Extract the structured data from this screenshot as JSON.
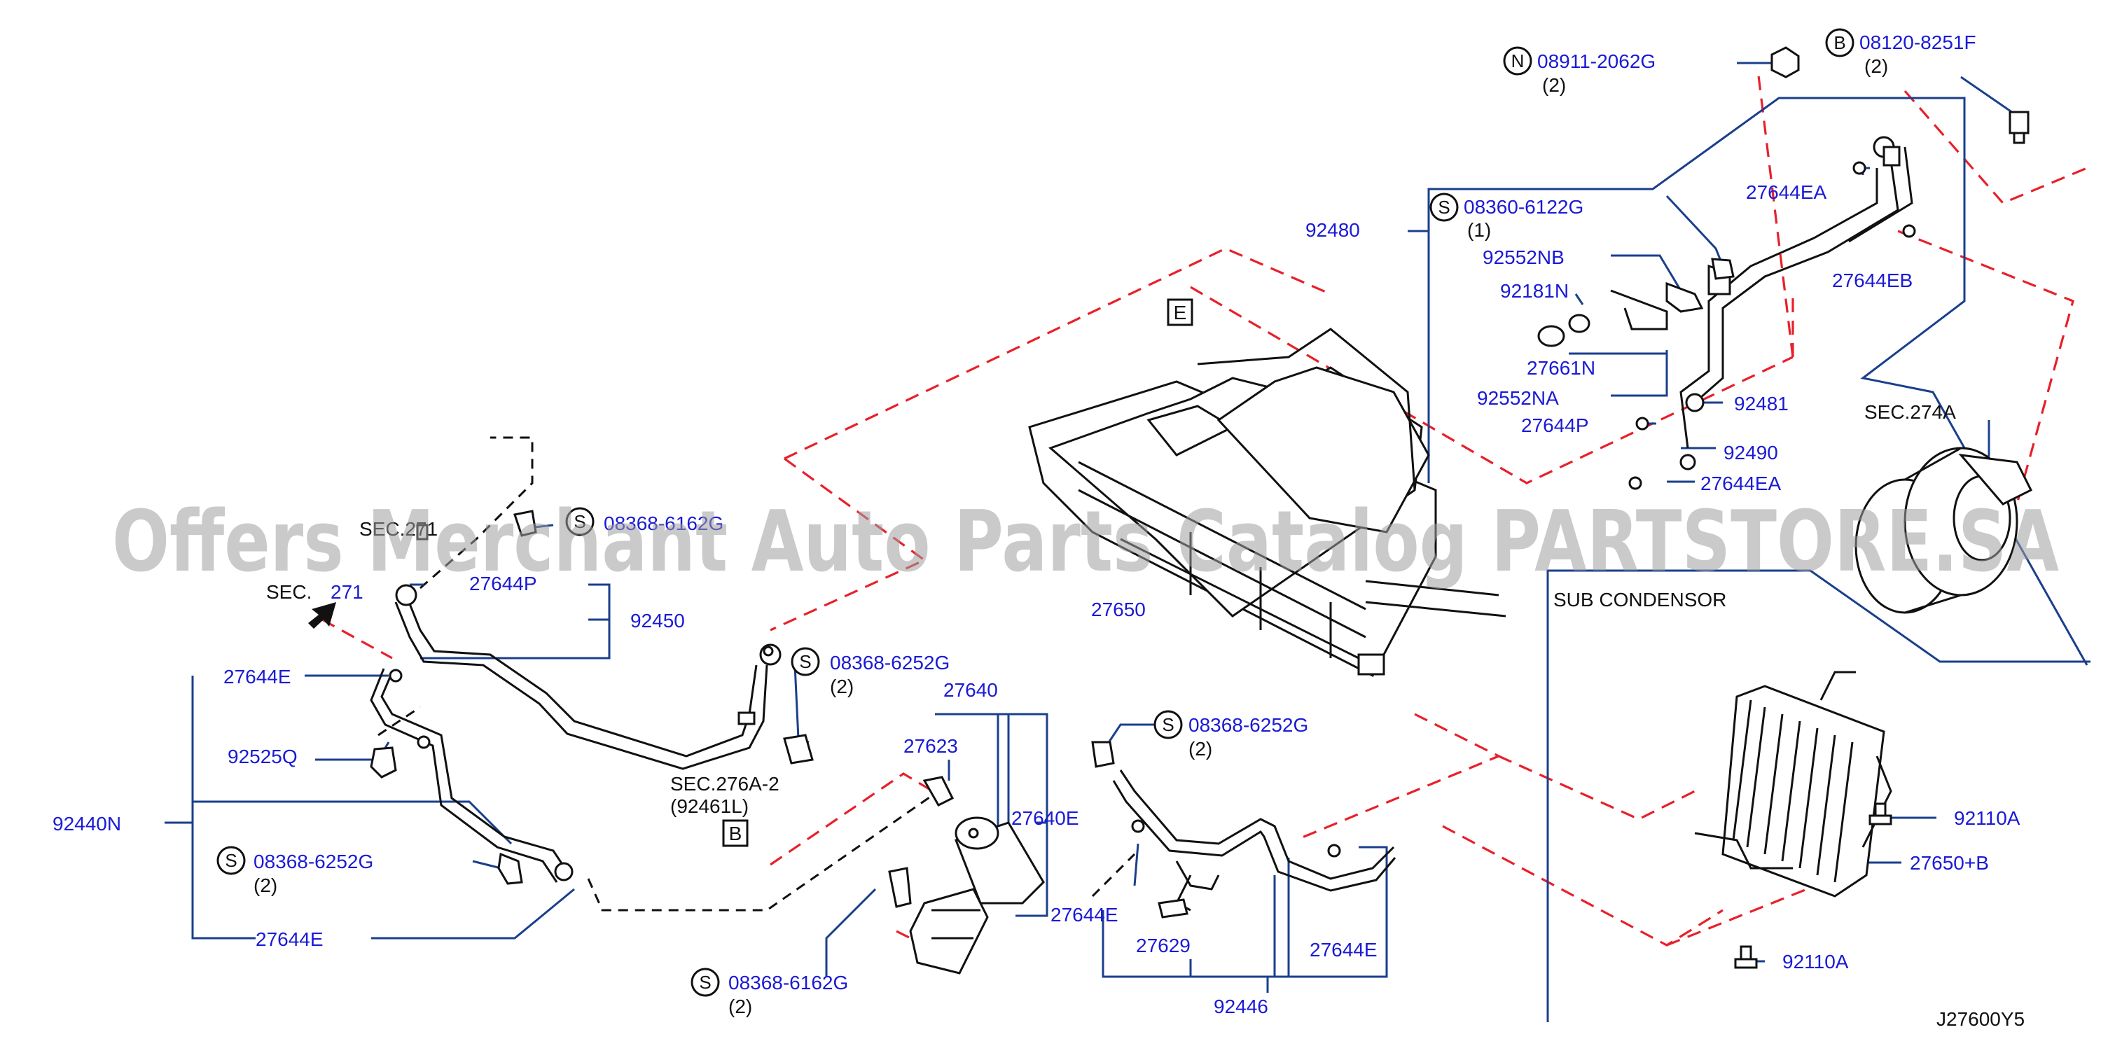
{
  "diagram": {
    "watermark": "Offers Merchant Auto Parts Catalog PARTSTORE.SA",
    "figure_code": "J27600Y5",
    "sub_condensor": "SUB   CONDENSOR",
    "colors": {
      "part_number": "#1a1ad6",
      "leader": "#1a3f8c",
      "dashed_guide": "#e8202a",
      "watermark": "#9e9e9e"
    }
  },
  "labels": {
    "p08911_2062G": "08911-2062G",
    "p08911_qty": "(2)",
    "p08120_8251F": "08120-8251F",
    "p08120_qty": "(2)",
    "p27644EA_top": "27644EA",
    "p08360_6122G": "08360-6122G",
    "p08360_qty": "(1)",
    "p92480": "92480",
    "p92552NB": "92552NB",
    "p27644EB": "27644EB",
    "p92181N": "92181N",
    "p27661N": "27661N",
    "p92552NA": "92552NA",
    "p92481": "92481",
    "sec274A": "SEC.274A",
    "p27644P_right": "27644P",
    "p92490": "92490",
    "p27644EA_bot": "27644EA",
    "sec271_a": "SEC.271",
    "p08368_6162G_top": "08368-6162G",
    "sec_text": "SEC.",
    "sec_num": "271",
    "p27644P_left": "27644P",
    "p92450": "92450",
    "p27650": "27650",
    "p27644E_top": "27644E",
    "p08368_6252G_a": "08368-6252G",
    "p08368_6252G_a_qty": "(2)",
    "p27640": "27640",
    "p92525Q": "92525Q",
    "p27623": "27623",
    "p08368_6252G_b": "08368-6252G",
    "p08368_6252G_b_qty": "(2)",
    "sec276A": "SEC.276A-2",
    "sec276A_sub": "(92461L)",
    "p92440N": "92440N",
    "p27640E": "27640E",
    "p08368_6252G_c": "08368-6252G",
    "p08368_6252G_c_qty": "(2)",
    "p27644E_mid": "27644E",
    "p27629": "27629",
    "p27644E_right": "27644E",
    "p27644E_bot": "27644E",
    "p08368_6162G_bot": "08368-6162G",
    "p08368_6162G_bot_qty": "(2)",
    "p92446": "92446",
    "p92110A_top": "92110A",
    "p27650B": "27650+B",
    "p92110A_bot": "92110A"
  },
  "symbols": {
    "N": "N",
    "B": "B",
    "S": "S",
    "E": "E"
  }
}
